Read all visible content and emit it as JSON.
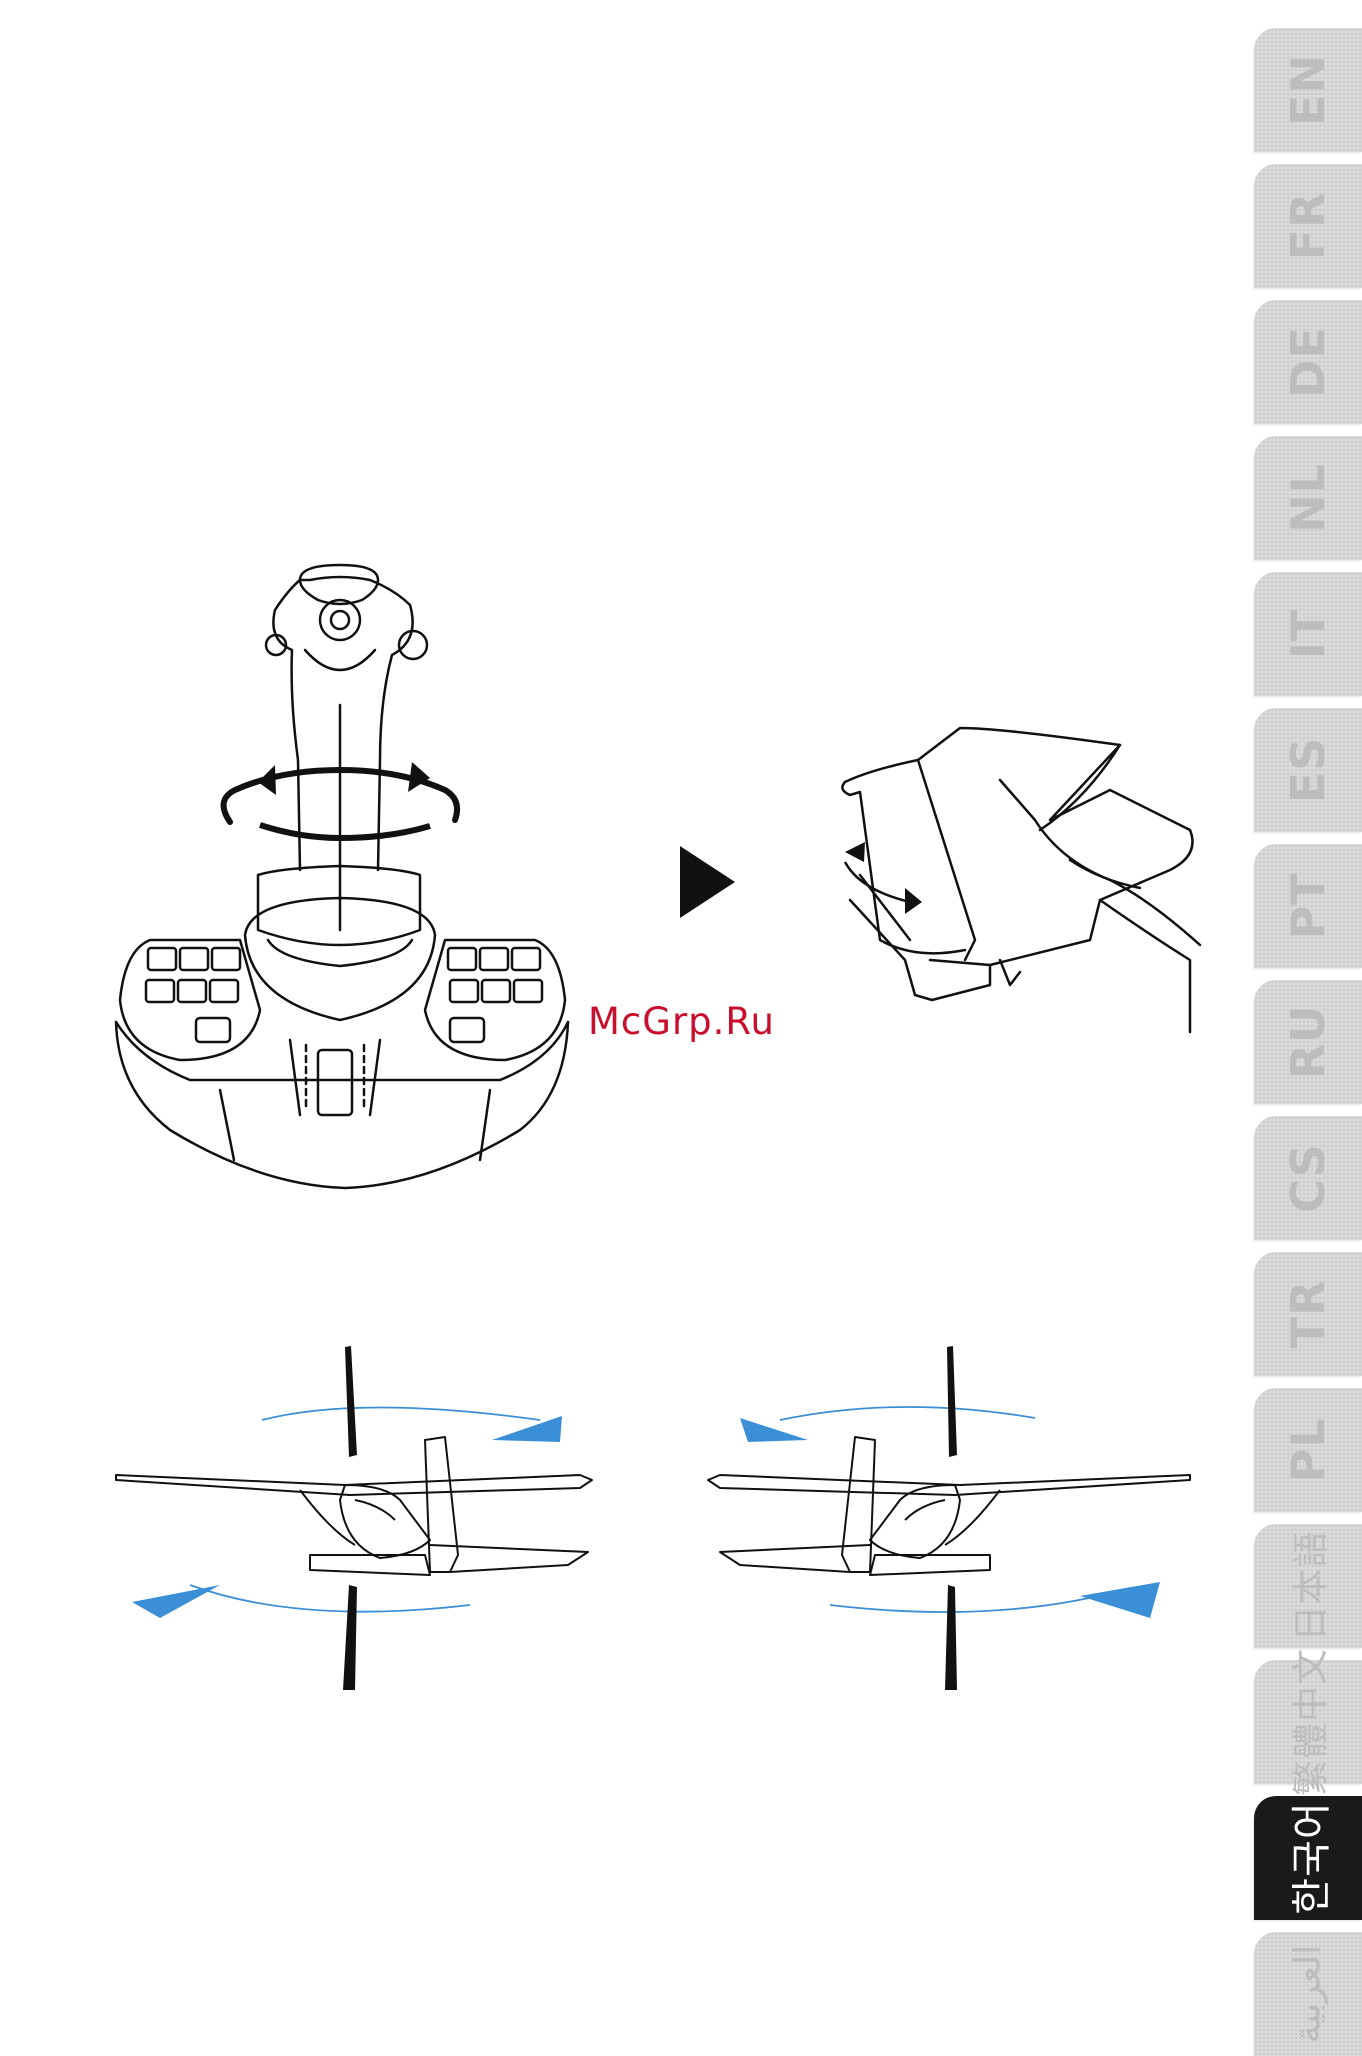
{
  "watermark": "McGrp.Ru",
  "language_tabs": [
    {
      "code": "EN",
      "label": "EN"
    },
    {
      "code": "FR",
      "label": "FR"
    },
    {
      "code": "DE",
      "label": "DE"
    },
    {
      "code": "NL",
      "label": "NL"
    },
    {
      "code": "IT",
      "label": "IT"
    },
    {
      "code": "ES",
      "label": "ES"
    },
    {
      "code": "PT",
      "label": "PT"
    },
    {
      "code": "RU",
      "label": "RU"
    },
    {
      "code": "CS",
      "label": "CS"
    },
    {
      "code": "TR",
      "label": "TR"
    },
    {
      "code": "PL",
      "label": "PL"
    },
    {
      "code": "JA",
      "label": "日本語"
    },
    {
      "code": "ZH",
      "label": "繁體中文"
    },
    {
      "code": "KO",
      "label": "한국어",
      "active": true
    },
    {
      "code": "AR",
      "label": "العربية"
    }
  ],
  "colors": {
    "tab_inactive": "#d9d9d9",
    "tab_active": "#1a1a1a",
    "tab_text_inactive": "#bdbdbd",
    "arrow_blue": "#3a8fd6",
    "watermark": "#c8102e"
  },
  "icons": [
    "joystick-illustration",
    "rotate-arrow-icon",
    "play-arrow-icon",
    "rudder-pedal-illustration",
    "airplane-yaw-left-illustration",
    "airplane-yaw-right-illustration"
  ]
}
